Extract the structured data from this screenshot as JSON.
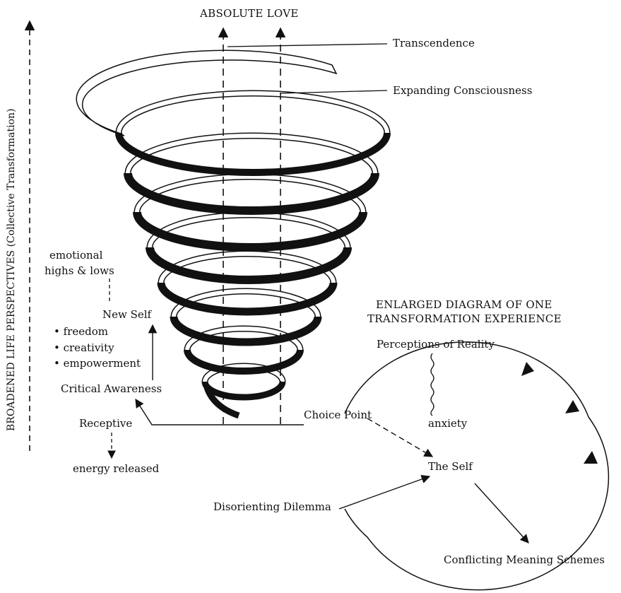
{
  "top_label": "ABSOLUTE LOVE",
  "vertical_axis_label": "BROADENED LIFE PERSPECTIVES (Collective Transformation)",
  "spiral_labels": {
    "transcendence": "Transcendence",
    "expanding_consciousness": "Expanding Consciousness"
  },
  "left_stack": {
    "emotional_line1": "emotional",
    "emotional_line2": "highs & lows",
    "new_self": "New Self",
    "bullets": [
      "• freedom",
      "• creativity",
      "• empowerment"
    ],
    "critical_awareness": "Critical Awareness",
    "receptive": "Receptive",
    "energy_released": "energy released"
  },
  "enlarged_diagram": {
    "title_line1": "ENLARGED DIAGRAM OF ONE",
    "title_line2": "TRANSFORMATION EXPERIENCE",
    "perceptions": "Perceptions of Reality",
    "anxiety": "anxiety",
    "choice_point": "Choice Point",
    "the_self": "The Self",
    "disorienting": "Disorienting Dilemma",
    "conflicting": "Conflicting Meaning Schemes"
  },
  "colors": {
    "ink": "#111111",
    "paper": "#ffffff"
  }
}
